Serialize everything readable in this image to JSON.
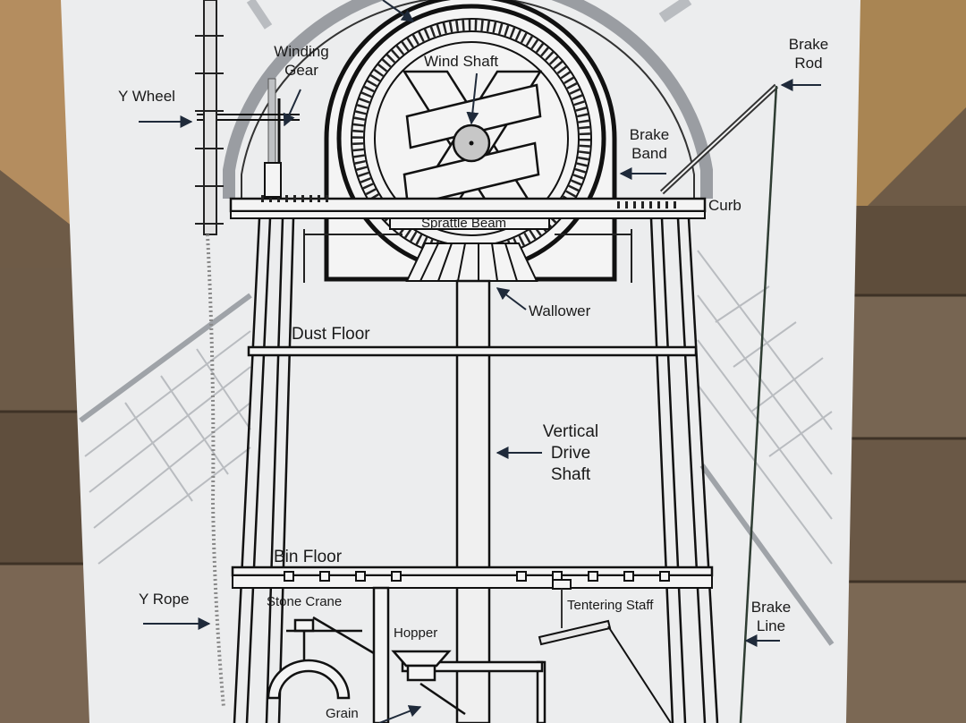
{
  "labels": {
    "winding_gear_1": "Winding",
    "winding_gear_2": "Gear",
    "y_wheel": "Y Wheel",
    "wind_shaft": "Wind Shaft",
    "brake_rod_1": "Brake",
    "brake_rod_2": "Rod",
    "brake_band_1": "Brake",
    "brake_band_2": "Band",
    "curb": "Curb",
    "sprattle_beam": "Sprattle Beam",
    "wallower": "Wallower",
    "dust_floor": "Dust Floor",
    "vertical_drive_shaft_1": "Vertical",
    "vertical_drive_shaft_2": "Drive",
    "vertical_drive_shaft_3": "Shaft",
    "bin_floor": "Bin Floor",
    "y_rope": "Y Rope",
    "stone_crane": "Stone Crane",
    "tentering_staff": "Tentering Staff",
    "brake_line_1": "Brake",
    "brake_line_2": "Line",
    "hopper": "Hopper",
    "grain": "Grain"
  }
}
